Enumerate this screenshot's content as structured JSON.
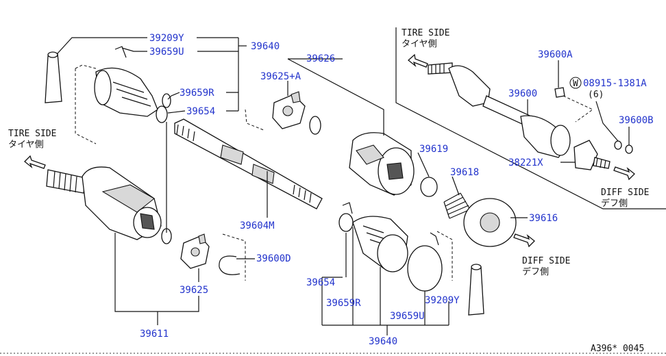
{
  "part_labels": {
    "p39209Y_top": "39209Y",
    "p39659U_top": "39659U",
    "p39640_top": "39640",
    "p39659R_top": "39659R",
    "p39654_top": "39654",
    "p39626": "39626",
    "p39625A": "39625+A",
    "p39600A": "39600A",
    "p08915": "08915-1381A",
    "p08915_qty": "(6)",
    "p08915_marker": "W",
    "p39600": "39600",
    "p39600B": "39600B",
    "p38221X": "38221X",
    "p39619": "39619",
    "p39618": "39618",
    "p39616": "39616",
    "p39604M": "39604M",
    "p39600D": "39600D",
    "p39625": "39625",
    "p39654_bot": "39654",
    "p39659R_bot": "39659R",
    "p39659U_bot": "39659U",
    "p39209Y_bot": "39209Y",
    "p39611": "39611",
    "p39640_bot": "39640"
  },
  "direction_labels": {
    "tire_side_en_top": "TIRE SIDE",
    "tire_side_jp_top": "タイヤ側",
    "tire_side_en_left": "TIRE SIDE",
    "tire_side_jp_left": "タイヤ側",
    "diff_side_en_right": "DIFF SIDE",
    "diff_side_jp_right": "デフ側",
    "diff_side_en_mid": "DIFF SIDE",
    "diff_side_jp_mid": "デフ側"
  },
  "diagram_code": "A396* 0045"
}
